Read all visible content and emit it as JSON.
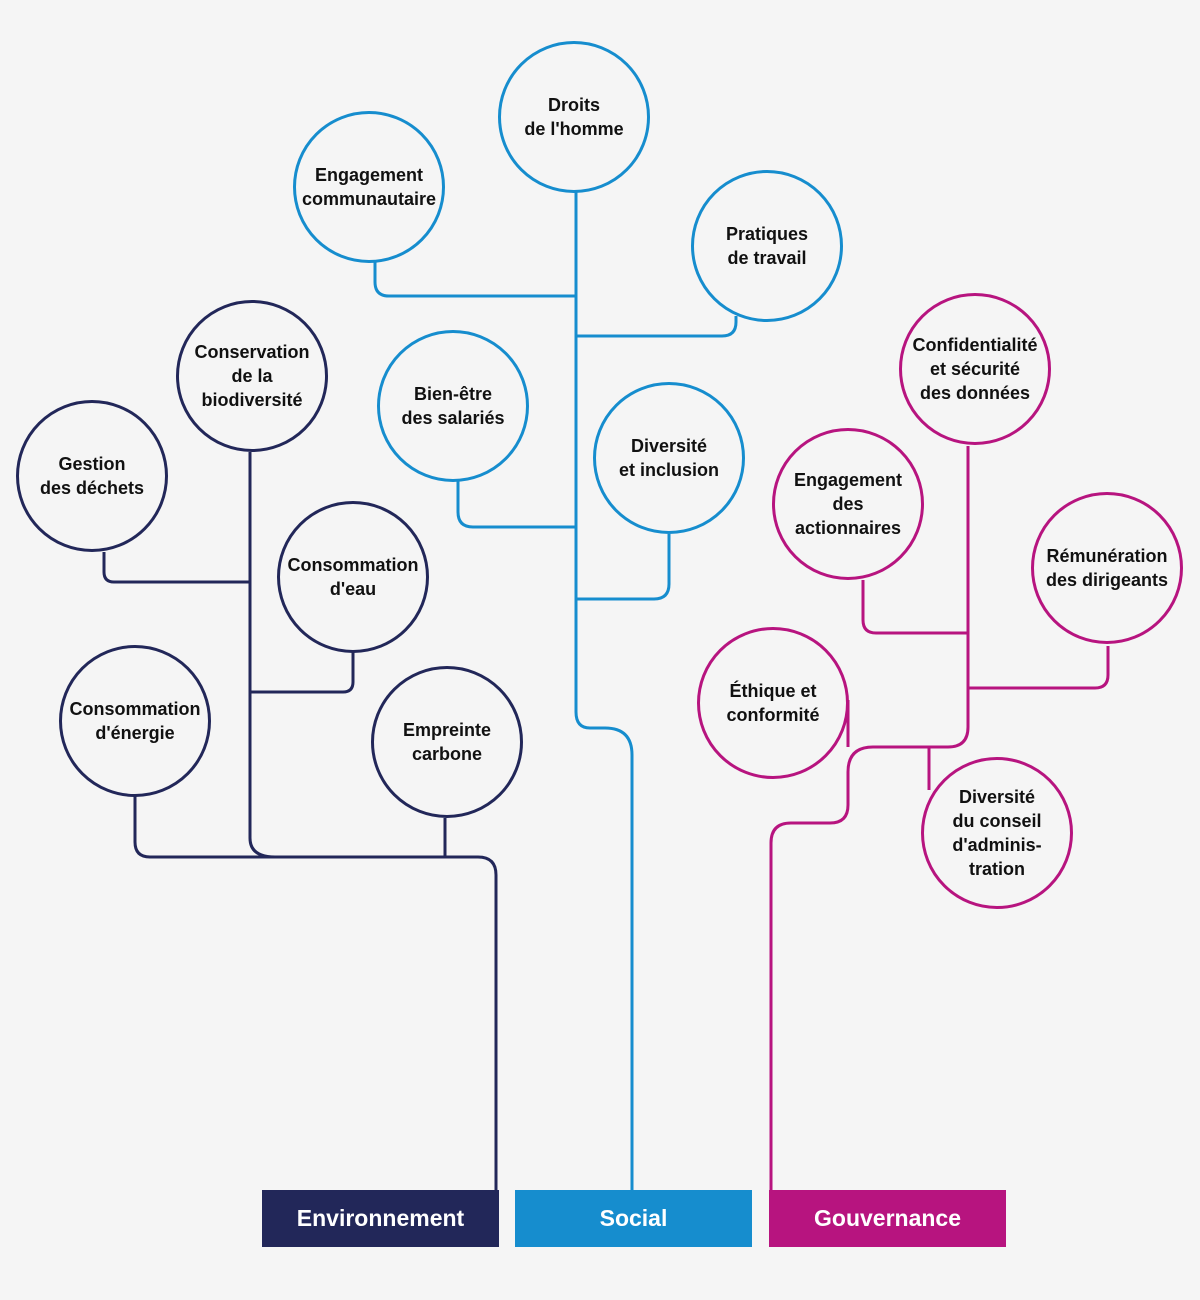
{
  "colors": {
    "environment": "#222759",
    "social": "#168dce",
    "governance": "#b7147f",
    "background": "#f5f5f5"
  },
  "categories": {
    "environment": "Environnement",
    "social": "Social",
    "governance": "Gouvernance"
  },
  "environment": {
    "waste": "Gestion\ndes déchets",
    "biodiversity": "Conservation\nde la\nbiodiversité",
    "water": "Consommation\nd'eau",
    "energy": "Consommation\nd'énergie",
    "carbon": "Empreinte\ncarbone"
  },
  "social": {
    "community": "Engagement\ncommunautaire",
    "human_rights": "Droits\nde l'homme",
    "labor": "Pratiques\nde travail",
    "wellbeing": "Bien-être\ndes salariés",
    "diversity": "Diversité\net inclusion"
  },
  "governance": {
    "privacy": "Confidentialité\net sécurité\ndes données",
    "shareholders": "Engagement\ndes\nactionnaires",
    "compensation": "Rémunération\ndes dirigeants",
    "ethics": "Éthique et\nconformité",
    "board": "Diversité\ndu conseil\nd'adminis-\ntration"
  }
}
